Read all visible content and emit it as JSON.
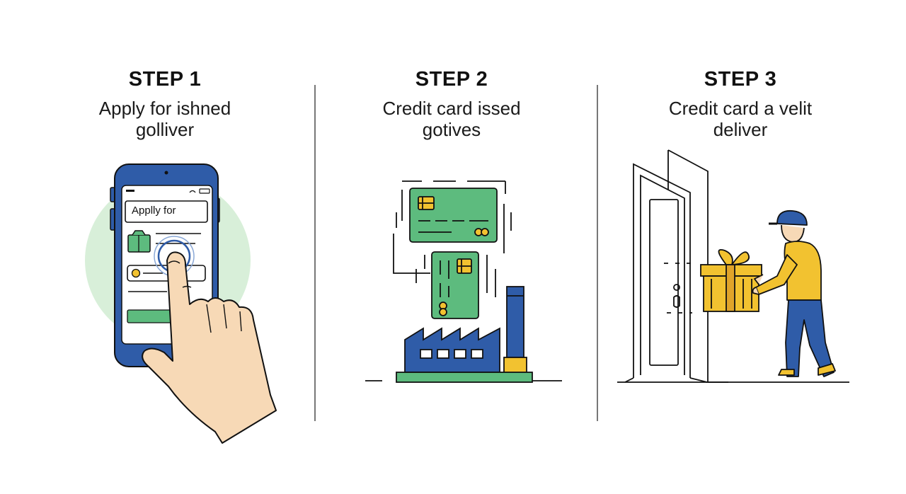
{
  "steps": [
    {
      "title": "STEP 1",
      "caption_line1": "Apply for ishned",
      "caption_line2": "golliver"
    },
    {
      "title": "STEP 2",
      "caption_line1": "Credit card issed",
      "caption_line2": "gotives"
    },
    {
      "title": "STEP 3",
      "caption_line1": "Credit card a velit",
      "caption_line2": "deliver"
    }
  ],
  "phone": {
    "field_text": "Applly for"
  },
  "colors": {
    "blue": "#2f5ca8",
    "green": "#5dbb7e",
    "light_green": "#d8efd9",
    "yellow": "#f2c230",
    "skin": "#f7d9b6",
    "line": "#111111"
  },
  "icons": [
    "smartphone-icon",
    "finger-tap-icon",
    "credit-card-icon",
    "factory-icon",
    "door-icon",
    "gift-box-icon",
    "delivery-person-icon"
  ]
}
